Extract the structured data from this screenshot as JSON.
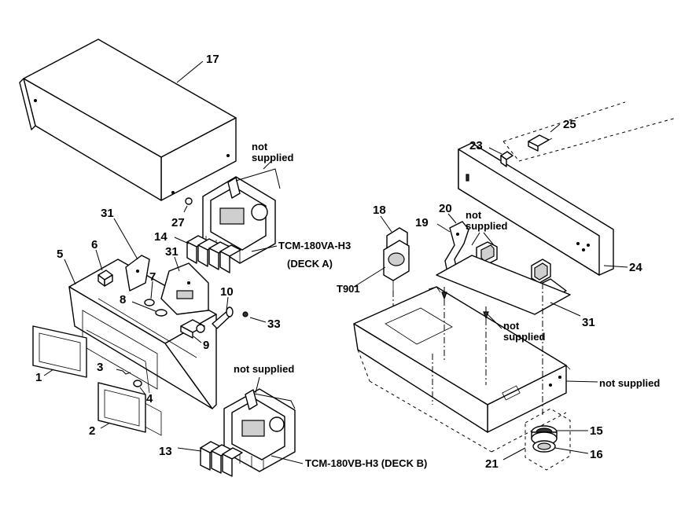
{
  "parts": {
    "p1": "1",
    "p2": "2",
    "p3": "3",
    "p4": "4",
    "p5": "5",
    "p6": "6",
    "p7": "7",
    "p8": "8",
    "p9": "9",
    "p10": "10",
    "p13": "13",
    "p14": "14",
    "p15": "15",
    "p16": "16",
    "p17": "17",
    "p18": "18",
    "p19": "19",
    "p20": "20",
    "p21": "21",
    "p23": "23",
    "p24": "24",
    "p25": "25",
    "p27": "27",
    "p31a": "31",
    "p31b": "31",
    "p31c": "31",
    "p33": "33"
  },
  "notes": {
    "not_supplied_1_line1": "not",
    "not_supplied_1_line2": "supplied",
    "not_supplied_2_line1": "not",
    "not_supplied_2_line2": "supplied",
    "not_supplied_3_line1": "not",
    "not_supplied_3_line2": "supplied",
    "not_supplied_4": "not supplied",
    "not_supplied_5": "not supplied",
    "deck_a_model": "TCM-180VA-H3",
    "deck_a_label": "(DECK A)",
    "deck_b": "TCM-180VB-H3 (DECK B)",
    "t901": "T901"
  }
}
